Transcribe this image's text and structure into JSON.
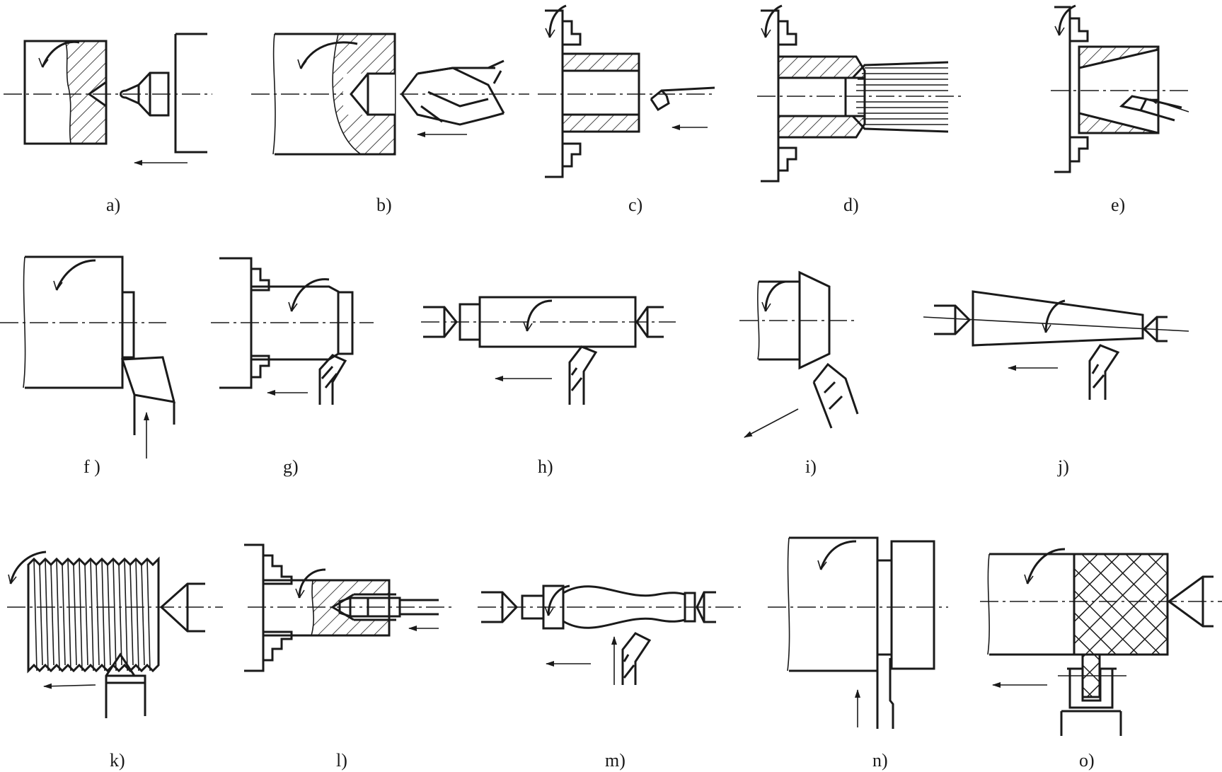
{
  "panels": [
    {
      "id": "a",
      "label": "a)"
    },
    {
      "id": "b",
      "label": "b)"
    },
    {
      "id": "c",
      "label": "c)"
    },
    {
      "id": "d",
      "label": "d)"
    },
    {
      "id": "e",
      "label": "e)"
    },
    {
      "id": "f",
      "label": "f )"
    },
    {
      "id": "g",
      "label": "g)"
    },
    {
      "id": "h",
      "label": "h)"
    },
    {
      "id": "i",
      "label": "i)"
    },
    {
      "id": "j",
      "label": "j)"
    },
    {
      "id": "k",
      "label": "k)"
    },
    {
      "id": "l",
      "label": "l)"
    },
    {
      "id": "m",
      "label": "m)"
    },
    {
      "id": "n",
      "label": "n)"
    },
    {
      "id": "o",
      "label": "o)"
    }
  ]
}
